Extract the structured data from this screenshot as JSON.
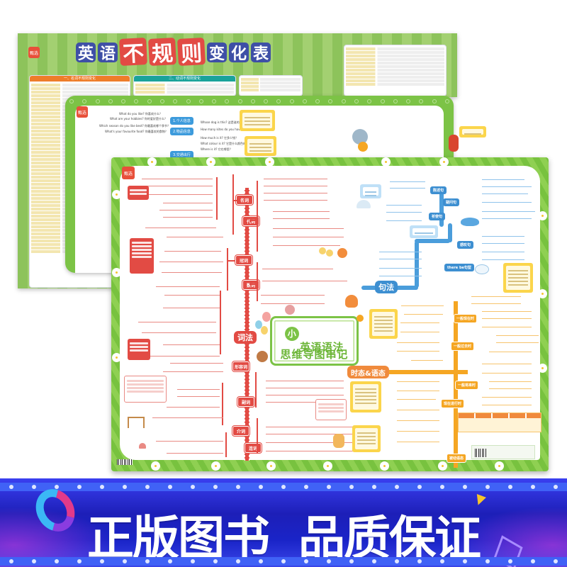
{
  "product": {
    "brand_logo_text": "甄选",
    "posters": [
      {
        "id": "irregular-verbs",
        "title_chars": [
          {
            "char": "英",
            "style": "blue"
          },
          {
            "char": "语",
            "style": "blue"
          },
          {
            "char": "不",
            "style": "red"
          },
          {
            "char": "规",
            "style": "red"
          },
          {
            "char": "则",
            "style": "red"
          },
          {
            "char": "变",
            "style": "blue"
          },
          {
            "char": "化",
            "style": "blue"
          },
          {
            "char": "表",
            "style": "blue"
          }
        ],
        "sections": [
          {
            "heading": "一、名词不规则变化",
            "color": "#ee7d2a"
          },
          {
            "heading": "二、动词不规则变化",
            "color": "#1aa39a"
          }
        ]
      },
      {
        "id": "sentence-patterns",
        "nodes": [
          "1.个人信息",
          "2.物品信息",
          "3.交通出行"
        ],
        "sample_lines": [
          "What do you like? 你喜欢什么？",
          "What are your hobbies? 你的爱好是什么？",
          "Which season do you like best? 你最喜欢哪个季节？",
          "What's your favourite food? 你最喜欢的食物？",
          "Whose dog is this? 这是谁的狗？",
          "How many kites do you have? 你有多少只风筝？",
          "How much is it? 它多少钱？",
          "What colour is it? 它是什么颜色的？",
          "Where is it? 它在哪里？"
        ]
      },
      {
        "id": "grammar-mindmap",
        "title_line1_badge": "小学",
        "title_line1": "英语语法",
        "title_line2": "思维导图串记",
        "branches": [
          {
            "label": "词法",
            "color": "#e24b44"
          },
          {
            "label": "句法",
            "color": "#3d8fd1"
          },
          {
            "label": "时态&语态",
            "color": "#f5a623"
          }
        ],
        "lexical_nodes": [
          "名词",
          "代词",
          "冠词",
          "数词",
          "形容词",
          "副词",
          "介词",
          "连词"
        ],
        "syntax_nodes": [
          "陈述句",
          "疑问句",
          "祈使句",
          "感叹句",
          "there be句型"
        ],
        "tense_nodes": [
          "一般现在时",
          "一般过去时",
          "一般将来时",
          "现在进行时",
          "被动语态"
        ]
      }
    ]
  },
  "banner": {
    "slogan_part1": "正版图书",
    "slogan_part2": "品质保证",
    "bg_color": "#1d1fb8",
    "accent_color": "#4062f6"
  },
  "colors": {
    "poster_green": "#7cc346",
    "red": "#e24b44",
    "blue": "#3d8fd1",
    "orange": "#f5a623",
    "yellow": "#fbd54b"
  }
}
